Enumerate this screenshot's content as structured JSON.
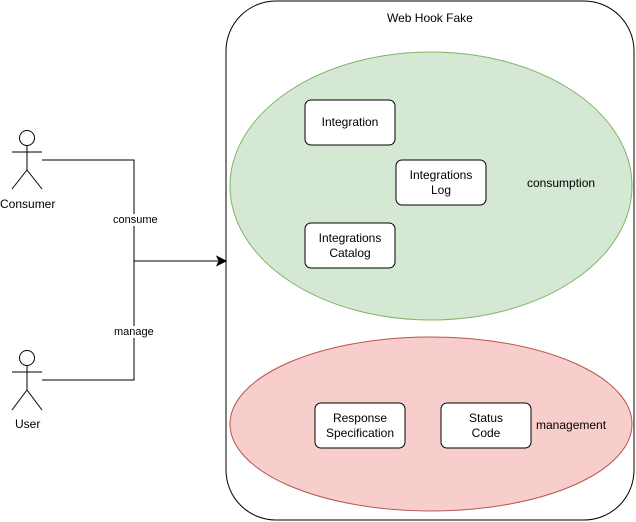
{
  "system": {
    "title": "Web Hook Fake"
  },
  "actors": {
    "consumer": {
      "label": "Consumer"
    },
    "user": {
      "label": "User"
    }
  },
  "edges": {
    "consume": {
      "label": "consume"
    },
    "manage": {
      "label": "manage"
    }
  },
  "groups": {
    "consumption": {
      "label": "consumption",
      "fill": "#d5e8d4",
      "stroke": "#82b366",
      "usecases": [
        "Integration",
        "Integrations\nLog",
        "Integrations\nCatalog"
      ]
    },
    "management": {
      "label": "management",
      "fill": "#f8cecc",
      "stroke": "#b85450",
      "usecases": [
        "Response\nSpecification",
        "Status\nCode"
      ]
    }
  }
}
